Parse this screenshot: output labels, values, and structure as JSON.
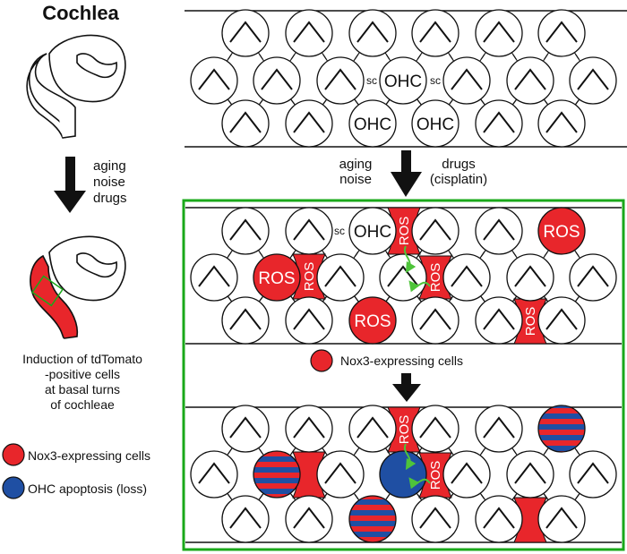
{
  "colors": {
    "nox3_red": "#e8262b",
    "apoptosis_blue": "#1f4fa3",
    "frame_green": "#1aa81a",
    "ros_arrow_green": "#4ec43a",
    "ink": "#111111"
  },
  "left": {
    "title": "Cochlea",
    "arrow_labels": [
      "aging",
      "noise",
      "drugs"
    ],
    "caption": [
      "Induction of tdTomato",
      "-positive cells",
      "at basal turns",
      "of cochleae"
    ],
    "legend": [
      {
        "label": "Nox3-expressing cells",
        "color": "#e8262b"
      },
      {
        "label": "OHC apoptosis (loss)",
        "color": "#1f4fa3"
      }
    ]
  },
  "top_panel": {
    "labels": {
      "ohc": "OHC",
      "sc": "SC"
    },
    "arrow_left": [
      "aging",
      "noise"
    ],
    "arrow_right": [
      "drugs",
      "(cisplatin)"
    ]
  },
  "middle_panel": {
    "ros_label": "ROS",
    "ohc_label": "OHC",
    "sc_label": "SC",
    "legend_label": "Nox3-expressing cells"
  },
  "bottom_panel": {
    "ros_label": "ROS"
  }
}
